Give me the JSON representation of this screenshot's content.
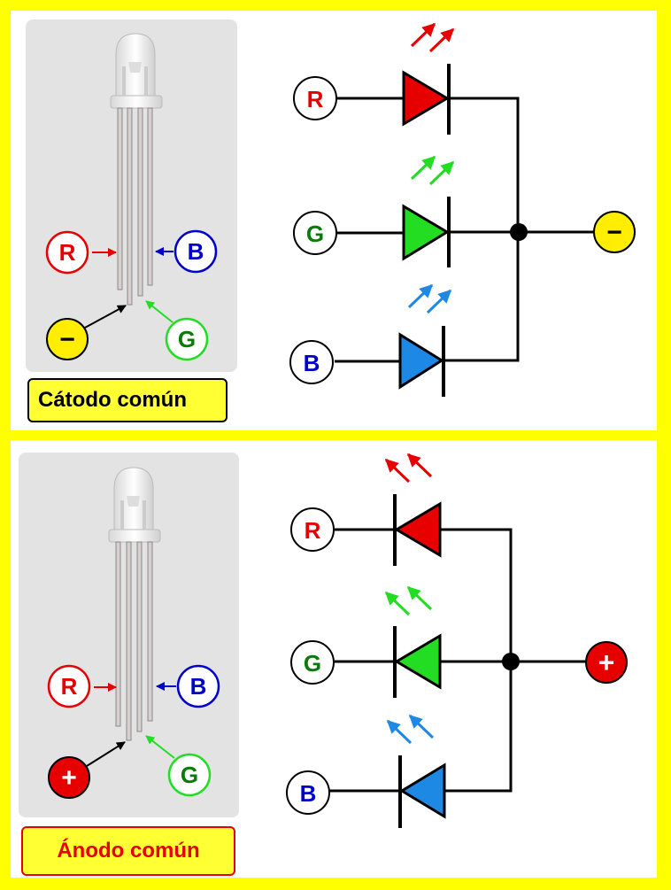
{
  "colors": {
    "background": "#ffff00",
    "red": "#e60000",
    "green_text": "#0a7a0a",
    "green_diode": "#22dd22",
    "blue_text": "#0000cc",
    "blue_diode": "#1e88e5",
    "yellow_terminal": "#ffee00",
    "red_terminal": "#e60000"
  },
  "top": {
    "label": "Cátodo común",
    "led_pins": {
      "r": "R",
      "g": "G",
      "b": "B",
      "common": "−"
    },
    "circuit": {
      "r": "R",
      "g": "G",
      "b": "B",
      "common": "−"
    }
  },
  "bottom": {
    "label": "Ánodo común",
    "led_pins": {
      "r": "R",
      "g": "G",
      "b": "B",
      "common": "+"
    },
    "circuit": {
      "r": "R",
      "g": "G",
      "b": "B",
      "common": "+"
    }
  }
}
